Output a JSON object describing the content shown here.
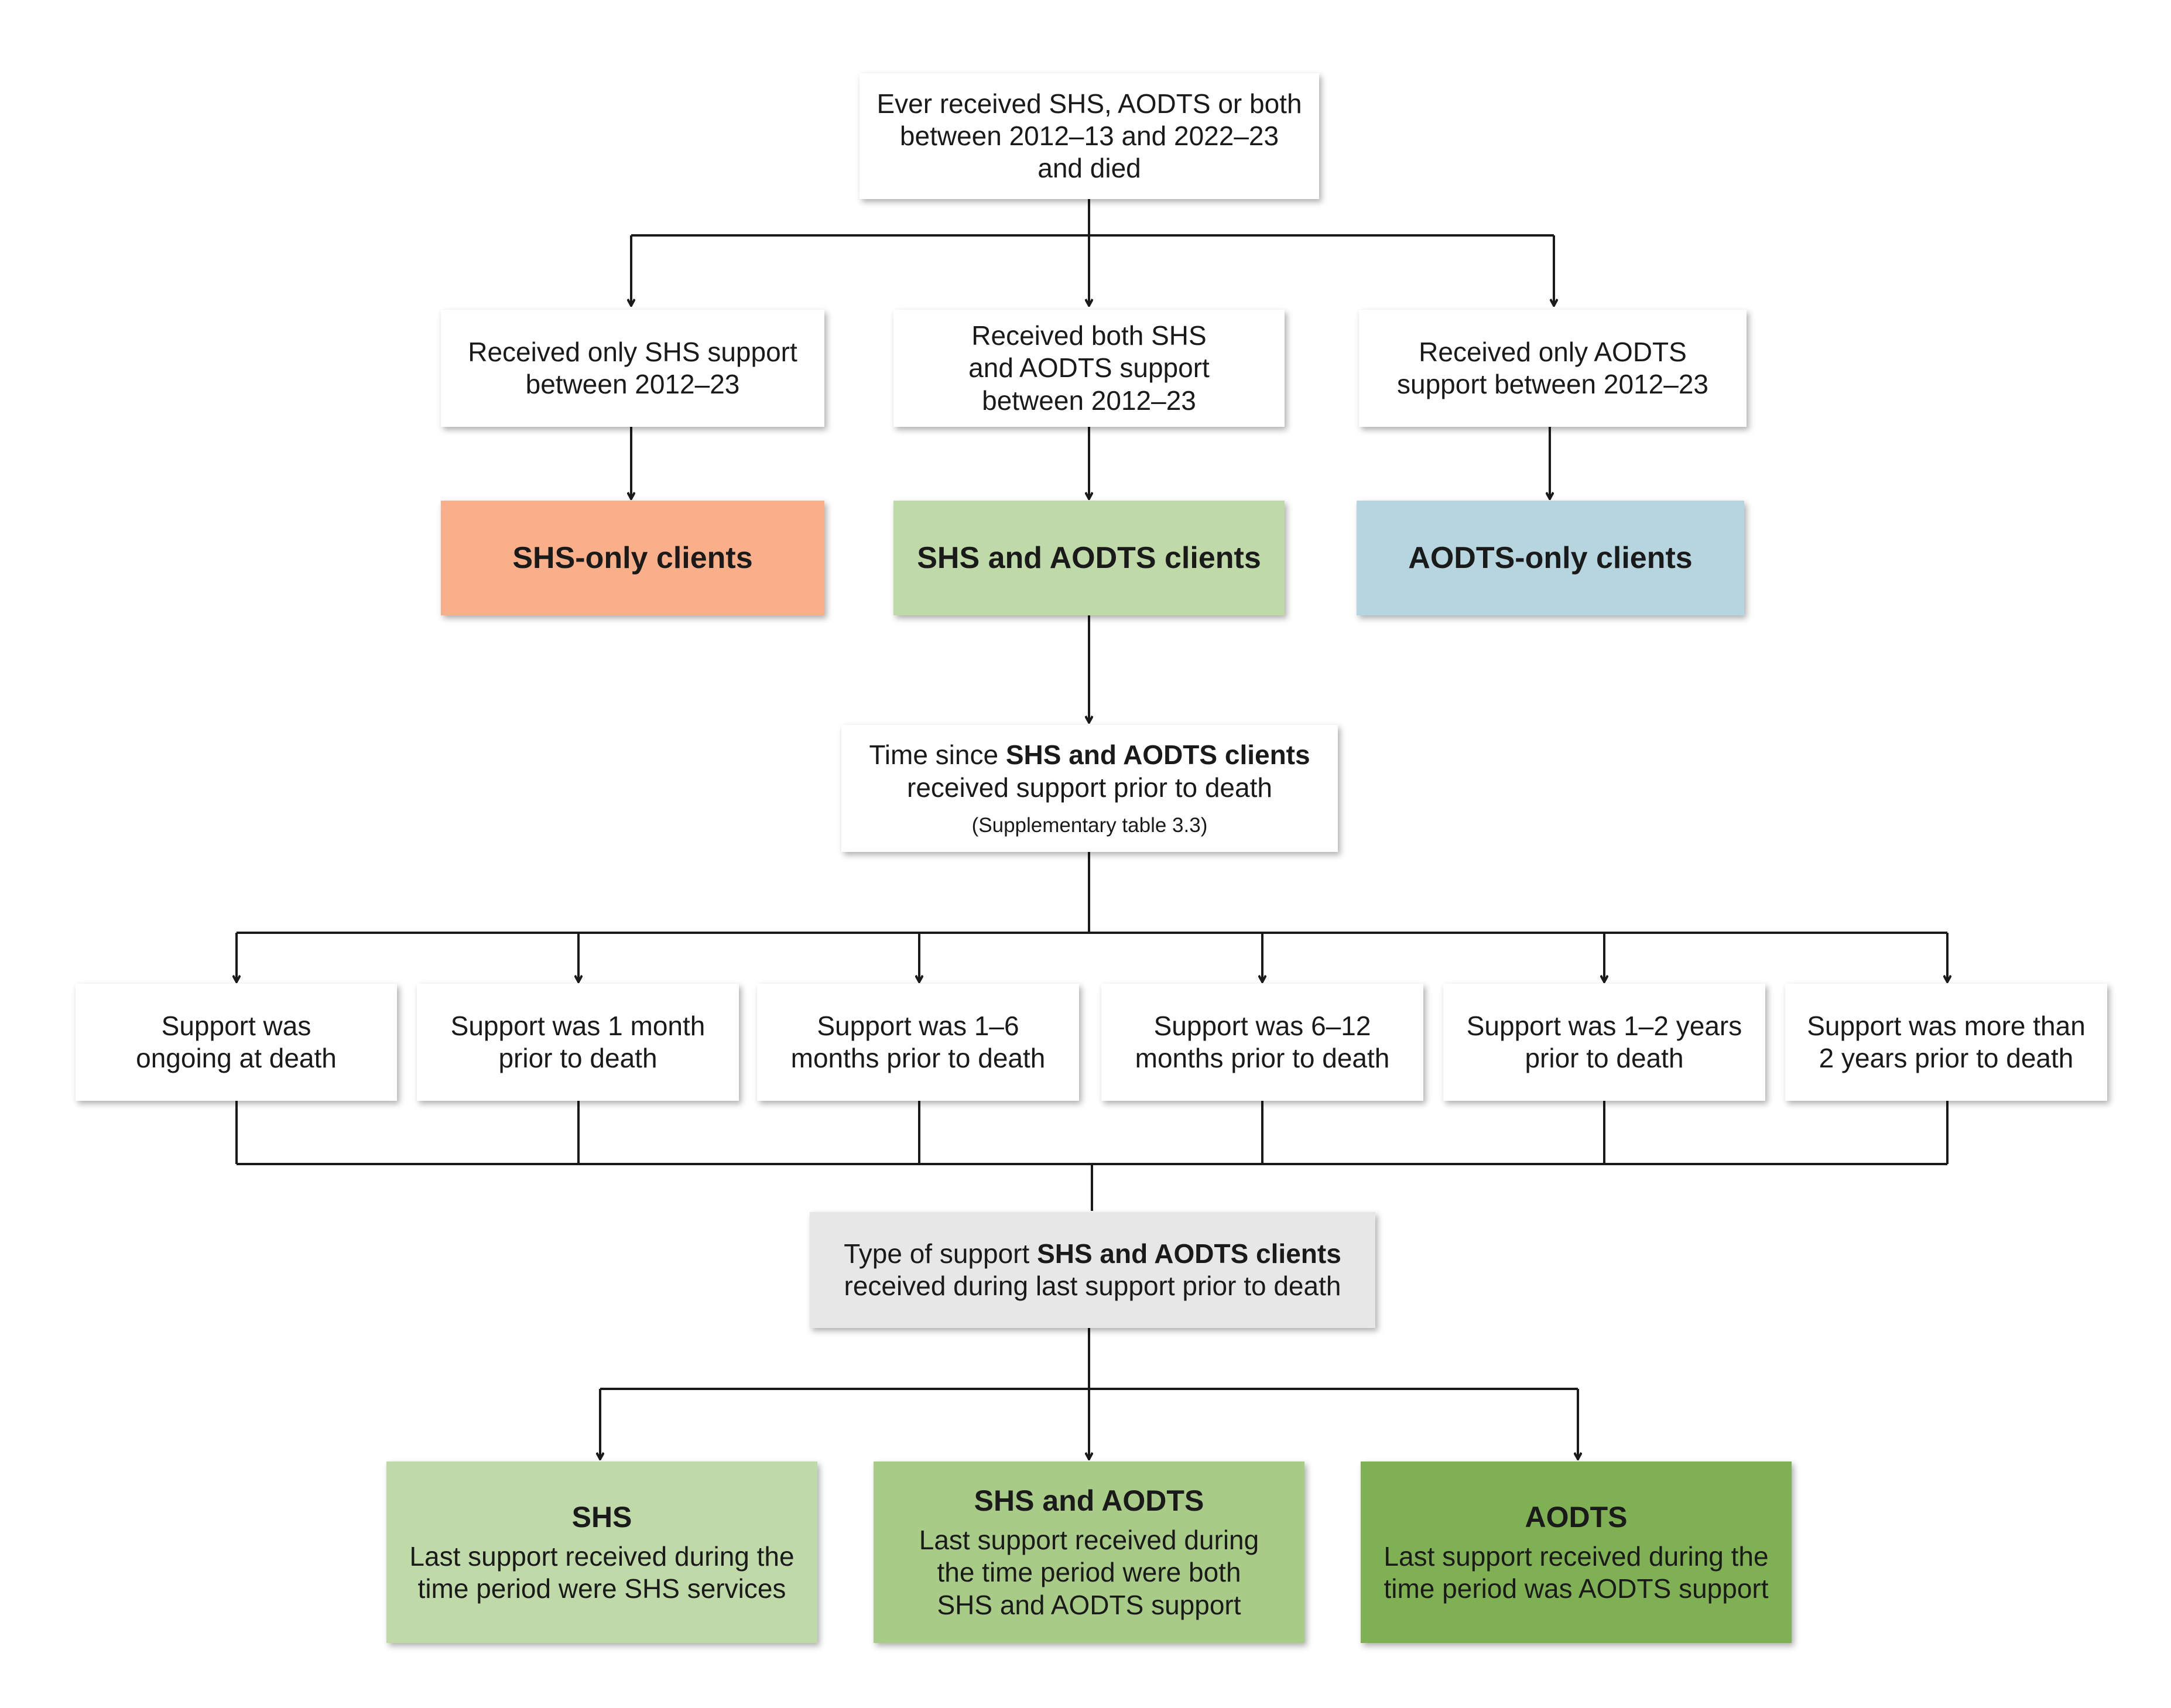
{
  "root": {
    "lines": [
      "Ever received SHS, AODTS or both",
      "between 2012–13 and 2022–23",
      "and died"
    ]
  },
  "groups": [
    {
      "lines": [
        "Received only SHS support",
        "between 2012–23"
      ],
      "label": "SHS-only clients",
      "color": "#f9b08a"
    },
    {
      "lines": [
        "Received both SHS",
        "and AODTS support",
        "between 2012–23"
      ],
      "label": "SHS and AODTS clients",
      "color": "#bfdaa8"
    },
    {
      "lines": [
        "Received only AODTS",
        "support between 2012–23"
      ],
      "label": "AODTS-only clients",
      "color": "#b6d5de"
    }
  ],
  "time_since": {
    "prefix": "Time since ",
    "bold": "SHS and AODTS clients",
    "line2": "received support prior to death",
    "note": "(Supplementary table 3.3)"
  },
  "periods": [
    {
      "lines": [
        "Support was",
        "ongoing at death"
      ]
    },
    {
      "lines": [
        "Support was 1 month",
        "prior to death"
      ]
    },
    {
      "lines": [
        "Support was 1–6",
        "months prior to death"
      ]
    },
    {
      "lines": [
        "Support was 6–12",
        "months prior to death"
      ]
    },
    {
      "lines": [
        "Support was 1–2 years",
        "prior to death"
      ]
    },
    {
      "lines": [
        "Support was more than",
        "2 years prior to death"
      ]
    }
  ],
  "type_support": {
    "prefix": "Type of support ",
    "bold": "SHS and AODTS clients",
    "line2": "received during last support prior to death",
    "color": "#e7e7e7"
  },
  "outcomes": [
    {
      "title": "SHS",
      "lines": [
        "Last support received during the",
        "time period were SHS services"
      ],
      "color": "#bfdaa8"
    },
    {
      "title": "SHS and AODTS",
      "lines": [
        "Last support received during",
        "the time period were both",
        "SHS and AODTS support"
      ],
      "color": "#a9cb88"
    },
    {
      "title": "AODTS",
      "lines": [
        "Last support received during the",
        "time period was AODTS support"
      ],
      "color": "#7fb054"
    }
  ]
}
